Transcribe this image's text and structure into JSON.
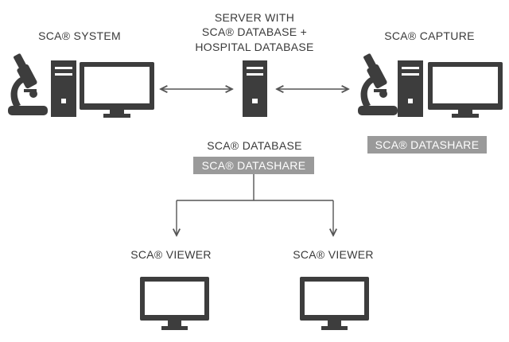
{
  "labels": {
    "system": "SCA® SYSTEM",
    "server_line1": "SERVER WITH",
    "server_line2": "SCA® DATABASE +",
    "server_line3": "HOSPITAL DATABASE",
    "capture": "SCA® CAPTURE",
    "database": "SCA® DATABASE",
    "viewer_left": "SCA® VIEWER",
    "viewer_right": "SCA® VIEWER"
  },
  "badges": {
    "capture_datashare": "SCA® DATASHARE",
    "database_datashare": "SCA® DATASHARE"
  },
  "colors": {
    "icon": "#3d3d3d",
    "badge": "#9a9a9a",
    "arrow": "#555555"
  },
  "icons": [
    "microscope-icon",
    "computer-tower-icon",
    "monitor-icon",
    "server-tower-icon",
    "arrow-icon"
  ]
}
